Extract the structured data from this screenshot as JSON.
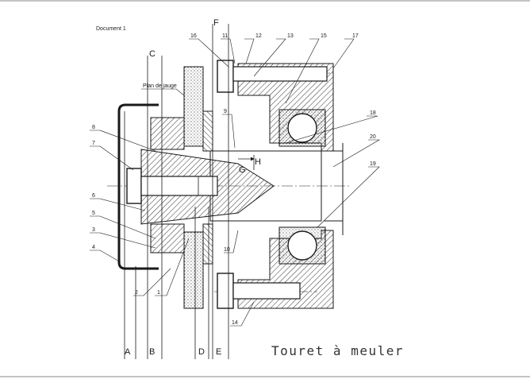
{
  "document_label": "Document 1",
  "title": "Touret à meuler",
  "plan_label": "Plan de jauge",
  "part_numbers": {
    "p1": "1",
    "p2": "2",
    "p3": "3",
    "p4": "4",
    "p5": "5",
    "p6": "6",
    "p7": "7",
    "p8": "8",
    "p9": "9",
    "p10": "10",
    "p11": "11",
    "p12": "12",
    "p13": "13",
    "p14": "14",
    "p15": "15",
    "p16": "16",
    "p17": "17",
    "p18": "18",
    "p19": "19",
    "p20": "20"
  },
  "vectors": {
    "A": "A",
    "B": "B",
    "C": "C",
    "D": "D",
    "E": "E",
    "F": "F",
    "G": "G",
    "H": "H"
  },
  "colors": {
    "line": "#1a1a1a",
    "hatch": "#333333",
    "frame": "#888888"
  }
}
